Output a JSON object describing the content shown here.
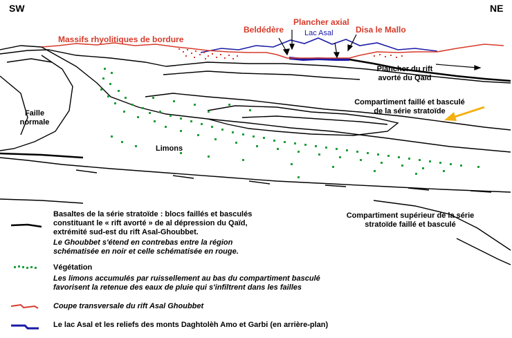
{
  "orientation": {
    "left": "SW",
    "right": "NE"
  },
  "labels": {
    "massifs": "Massifs rhyolitiques de bordure",
    "beldedere": "Beldédère",
    "plancher_axial": "Plancher axial",
    "lac_asal": "Lac Asal",
    "disa_le_mallo": "Disa le Mallo",
    "plancher_rift_1": "Plancher du rift",
    "plancher_rift_2": "avorté du Qaïd",
    "compartiment_1": "Compartiment faillé et basculé",
    "compartiment_2": "de la série stratoïde",
    "faille_1": "Faille",
    "faille_2": "normale",
    "limons": "Limons",
    "compartiment_sup_1": "Compartiment supérieur de la série",
    "compartiment_sup_2": "stratoïde faillé et basculé"
  },
  "legend": {
    "basaltes_1": "Basaltes de la série stratoïde : blocs faillés et basculés",
    "basaltes_2": "constituant le « rift avorté » de al dépression du Qaïd,",
    "basaltes_3": "extrémité sud-est du rift Asal-Ghoubbet.",
    "ghoubbet_1": "Le Ghoubbet s'étend en contrebas entre la région",
    "ghoubbet_2": "schématisée en noir et celle schématisée en rouge.",
    "vegetation": "Végétation",
    "limons_1": "Les limons accumulés par ruissellement au bas du compartiment basculé",
    "limons_2": "favorisent la retenue des eaux de pluie qui s'infiltrent dans les failles",
    "coupe": "Coupe transversale du rift Asal Ghoubbet",
    "lac": "Le lac Asal et les reliefs des monts Daghtolèh Amo et Garbi (en arrière-plan)"
  },
  "colors": {
    "black": "#000000",
    "red": "#d63a2a",
    "blue": "#1a1aa6",
    "green": "#1f9e3a",
    "arrow": "#f3b00f"
  }
}
